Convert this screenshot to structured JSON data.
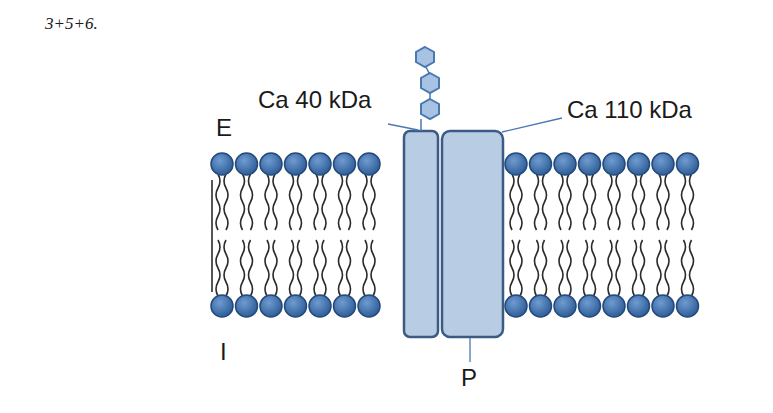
{
  "diagram": {
    "labels": [
      "3+5+6.",
      "Ca 40 kDa",
      "Ca 110 kDa",
      "E",
      "I",
      "P"
    ]
  }
}
